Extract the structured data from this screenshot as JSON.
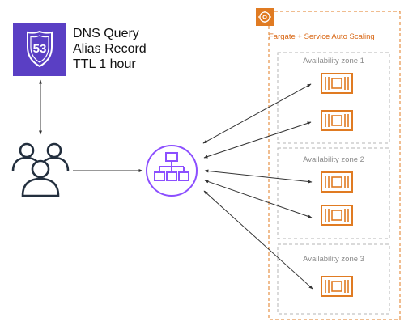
{
  "dns": {
    "line1": "DNS Query",
    "line2": "Alias Record",
    "line3": "TTL 1 hour",
    "shield_number": "53"
  },
  "fargate_group": {
    "label": "Fargate + Service Auto Scaling"
  },
  "availability_zones": [
    {
      "label": "Availability zone 1"
    },
    {
      "label": "Availability zone 2"
    },
    {
      "label": "Availability zone 3"
    }
  ],
  "colors": {
    "route53_bg": "#5a3fc4",
    "load_balancer": "#8c4fff",
    "fargate_orange": "#e07b22",
    "group_border": "#e07b22",
    "az_border": "#b5b5b5",
    "arrow": "#333333",
    "users": "#232f3e"
  },
  "icons": {
    "route53": "route53-shield-icon",
    "users": "users-icon",
    "load_balancer": "load-balancer-icon",
    "fargate": "fargate-icon",
    "container": "ecs-container-icon"
  }
}
